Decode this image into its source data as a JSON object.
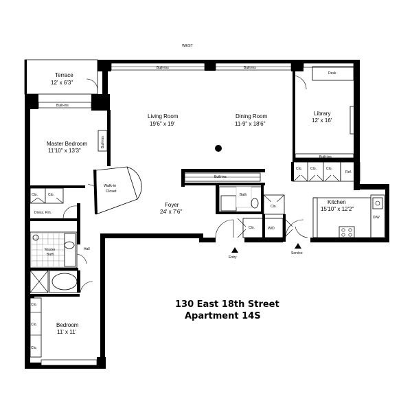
{
  "compass": "WEST",
  "address": {
    "line1": "130 East 18th Street",
    "line2": "Apartment 14S"
  },
  "rooms": {
    "terrace": {
      "name": "Terrace",
      "dims": "12' x 6'3\""
    },
    "living": {
      "name": "Living Room",
      "dims": "19'6\" x 19'"
    },
    "dining": {
      "name": "Dining Room",
      "dims": "11-9\" x 18'6\""
    },
    "library": {
      "name": "Library",
      "dims": "12' x 16'"
    },
    "master": {
      "name": "Master Bedroom",
      "dims": "11'10\" x 13'3\""
    },
    "walkin": {
      "line1": "Walk-in",
      "line2": "Closet"
    },
    "foyer": {
      "name": "Foyer",
      "dims": "24' x 7'6\""
    },
    "kitchen": {
      "name": "Kitchen",
      "dims": "15'10\" x 12'2\""
    },
    "bedroom": {
      "name": "Bedroom",
      "dims": "11' x 11'"
    },
    "master_bath": {
      "line1": "Master",
      "line2": "Bath"
    }
  },
  "labels": {
    "builtins": "Built-ins",
    "builtins_lower": "Built-ins",
    "desk": "Desk",
    "clo": "Clo.",
    "ref": "Ref.",
    "dw": "D/W",
    "wd": "W/D",
    "bath": "Bath",
    "dress": "Dress. Rm.",
    "hall": "Hall",
    "entry": "Entry",
    "service": "Service"
  }
}
